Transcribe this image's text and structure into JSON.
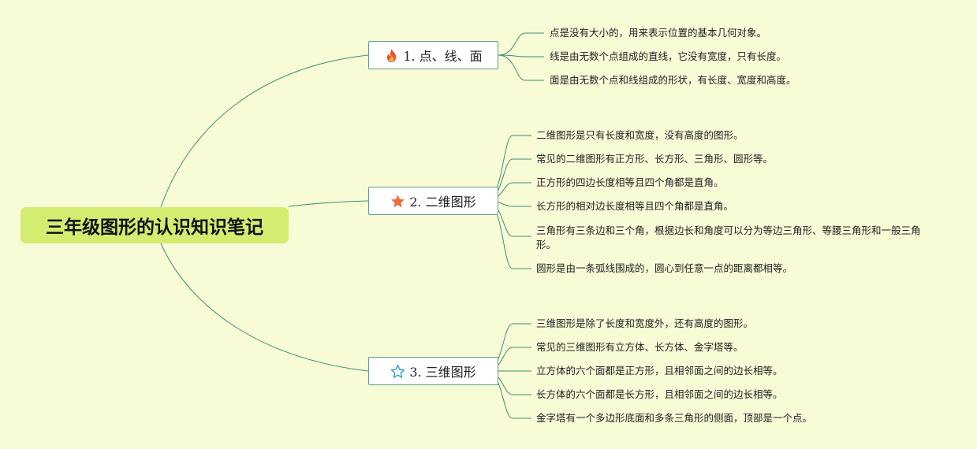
{
  "root": {
    "title": "三年级图形的认识知识笔记"
  },
  "colors": {
    "background": "#f7fbd6",
    "root_fill": "#d4ec6f",
    "link": "#3f8f6f",
    "branch_border": "#5c9d8f",
    "fire": "#e8552a",
    "star_solid": "#f06a3c",
    "star_outline": "#3aa3d9"
  },
  "branches": [
    {
      "label": "1. 点、线、面",
      "icon": "fire-icon",
      "items": [
        "点是没有大小的，用来表示位置的基本几何对象。",
        "线是由无数个点组成的直线，它没有宽度，只有长度。",
        "面是由无数个点和线组成的形状，有长度、宽度和高度。"
      ]
    },
    {
      "label": "2. 二维图形",
      "icon": "star-filled-icon",
      "items": [
        "二维图形是只有长度和宽度，没有高度的图形。",
        "常见的二维图形有正方形、长方形、三角形、圆形等。",
        "正方形的四边长度相等且四个角都是直角。",
        "长方形的相对边长度相等且四个角都是直角。",
        "三角形有三条边和三个角，根据边长和角度可以分为等边三角形、等腰三角形和一般三角形。",
        "圆形是由一条弧线围成的，圆心到任意一点的距离都相等。"
      ]
    },
    {
      "label": "3. 三维图形",
      "icon": "star-outline-icon",
      "items": [
        "三维图形是除了长度和宽度外，还有高度的图形。",
        "常见的三维图形有立方体、长方体、金字塔等。",
        "立方体的六个面都是正方形，且相邻面之间的边长相等。",
        "长方体的六个面都是长方形，且相邻面之间的边长相等。",
        "金字塔有一个多边形底面和多条三角形的侧面，顶部是一个点。"
      ]
    }
  ]
}
